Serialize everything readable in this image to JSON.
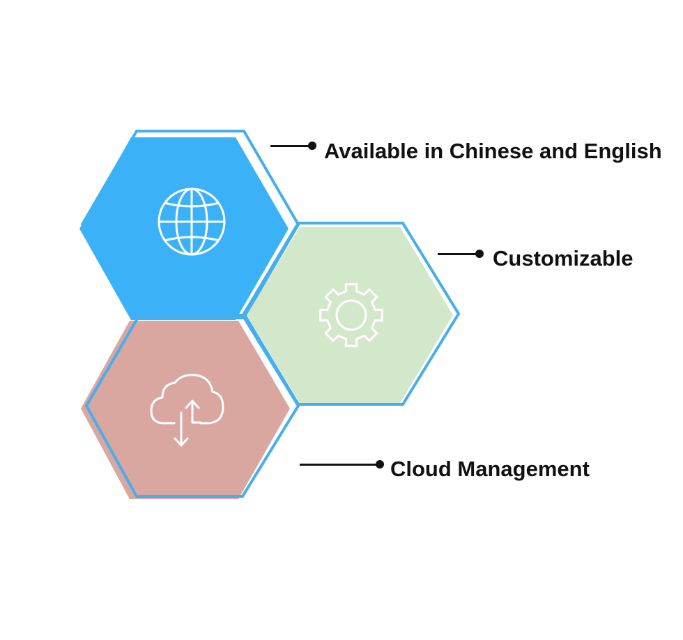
{
  "features": [
    {
      "label": "Available in Chinese and English",
      "icon": "globe-icon",
      "fill": "#3BB2F8"
    },
    {
      "label": "Customizable",
      "icon": "gear-icon",
      "fill": "#D3E8CB"
    },
    {
      "label": "Cloud Management",
      "icon": "cloud-sync-icon",
      "fill": "#DAA7A0"
    }
  ],
  "colors": {
    "outline": "#46AEEC",
    "icon_stroke": "#FFFFFF",
    "text": "#111111"
  }
}
